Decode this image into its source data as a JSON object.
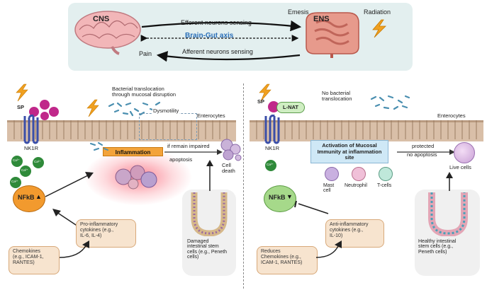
{
  "top": {
    "cns": "CNS",
    "ens": "ENS",
    "efferent": "Efferent neurons sensing",
    "axis": "Brain-Gut axis",
    "afferent": "Afferent neurons sensing",
    "emesis": "Emesis",
    "radiation": "Radiation",
    "pain": "Pain"
  },
  "left": {
    "sp": "SP",
    "nk1r": "NK1R",
    "bacterial": "Bacterial translocation\nthrough mucosal disruption",
    "dysmotility": "Dysmotility",
    "enterocytes": "Enterocytes",
    "inflammation": "Inflammation",
    "if_remain": "if remain impaired",
    "apoptosis": "apoptosis",
    "cell_death": "Cell\ndeath",
    "ca": "Ca²⁺",
    "nfkb": "NFkB",
    "cytokines": "Pro-inflammatory\ncytokines (e.g.,\nIL-6, IL-4)",
    "chemokines": "Chemokines\n(e.g., ICAM-1,\nRANTES)",
    "damaged": "Damaged\nintestinal stem\ncells (e.g., Peneth\ncells)"
  },
  "right": {
    "sp": "SP",
    "lnat": "L-NAT",
    "nk1r": "NK1R",
    "no_bacterial": "No bacterial\ntranslocation",
    "enterocytes": "Enterocytes",
    "activation": "Activation of Mucosal\nImmunity at inflammation\nsite",
    "protected": "protected",
    "no_apoptosis": "no apoptosis",
    "live_cells": "Live cells",
    "ca": "Ca²⁺",
    "nfkb": "NFkB",
    "mast": "Mast\ncell",
    "neutrophil": "Neutrophil",
    "tcells": "T-cells",
    "anti": "Anti-inflammatory\ncytokines (e.g.,\nIL-10)",
    "reduces": "Reduces\nChemokines (e.g.,\nICAM-1, RANTES)",
    "healthy": "Healthy intestinal\nstem cells (e.g.,\nPeneth cells)"
  }
}
